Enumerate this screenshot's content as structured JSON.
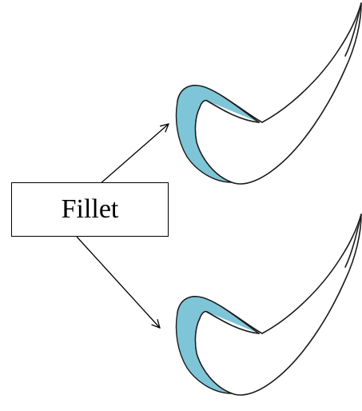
{
  "label": {
    "text": "Fillet"
  },
  "colors": {
    "fillet": "#7ec5d8",
    "outline": "#1a1a1a",
    "box_border": "#000000",
    "background": "#ffffff"
  },
  "blades": [
    {
      "name": "upper-blade",
      "highlight": "fillet-region"
    },
    {
      "name": "lower-blade",
      "highlight": "fillet-region"
    }
  ],
  "arrows": [
    {
      "from": "label-box",
      "to": "upper-blade"
    },
    {
      "from": "label-box",
      "to": "lower-blade"
    }
  ]
}
